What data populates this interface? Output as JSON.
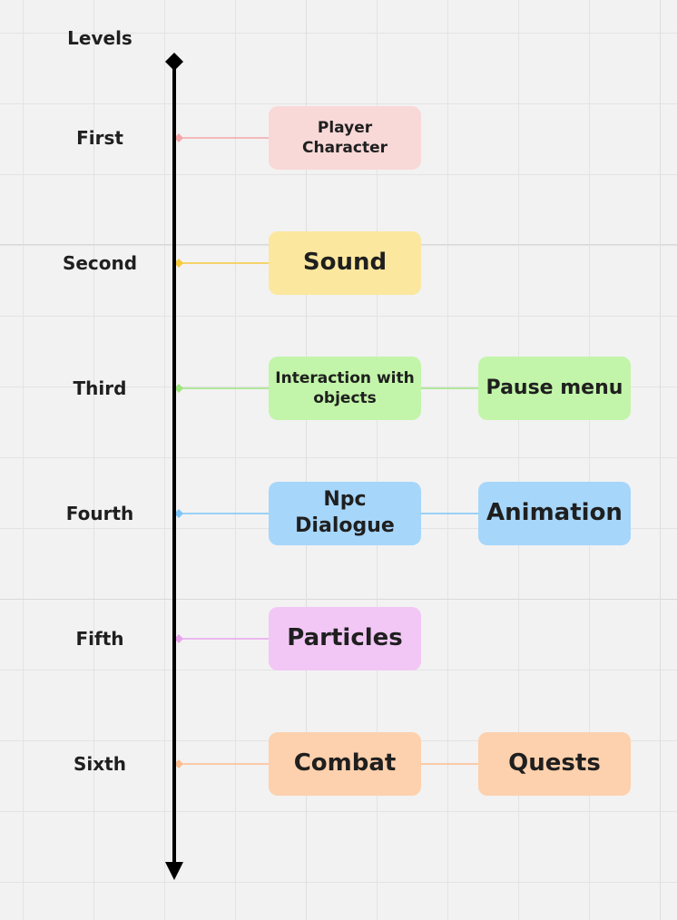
{
  "axis_title": "Levels",
  "levels": [
    {
      "label": "First",
      "color": "#f5a7a7",
      "items": [
        "Player Character"
      ]
    },
    {
      "label": "Second",
      "color": "#f5c93a",
      "items": [
        "Sound"
      ]
    },
    {
      "label": "Third",
      "color": "#9de57f",
      "items": [
        "Interaction with objects",
        "Pause menu"
      ]
    },
    {
      "label": "Fourth",
      "color": "#7cc4f7",
      "items": [
        "Npc Dialogue",
        "Animation"
      ]
    },
    {
      "label": "Fifth",
      "color": "#e7a4ec",
      "items": [
        "Particles"
      ]
    },
    {
      "label": "Sixth",
      "color": "#fbbd8e",
      "items": [
        "Combat",
        "Quests"
      ]
    }
  ]
}
